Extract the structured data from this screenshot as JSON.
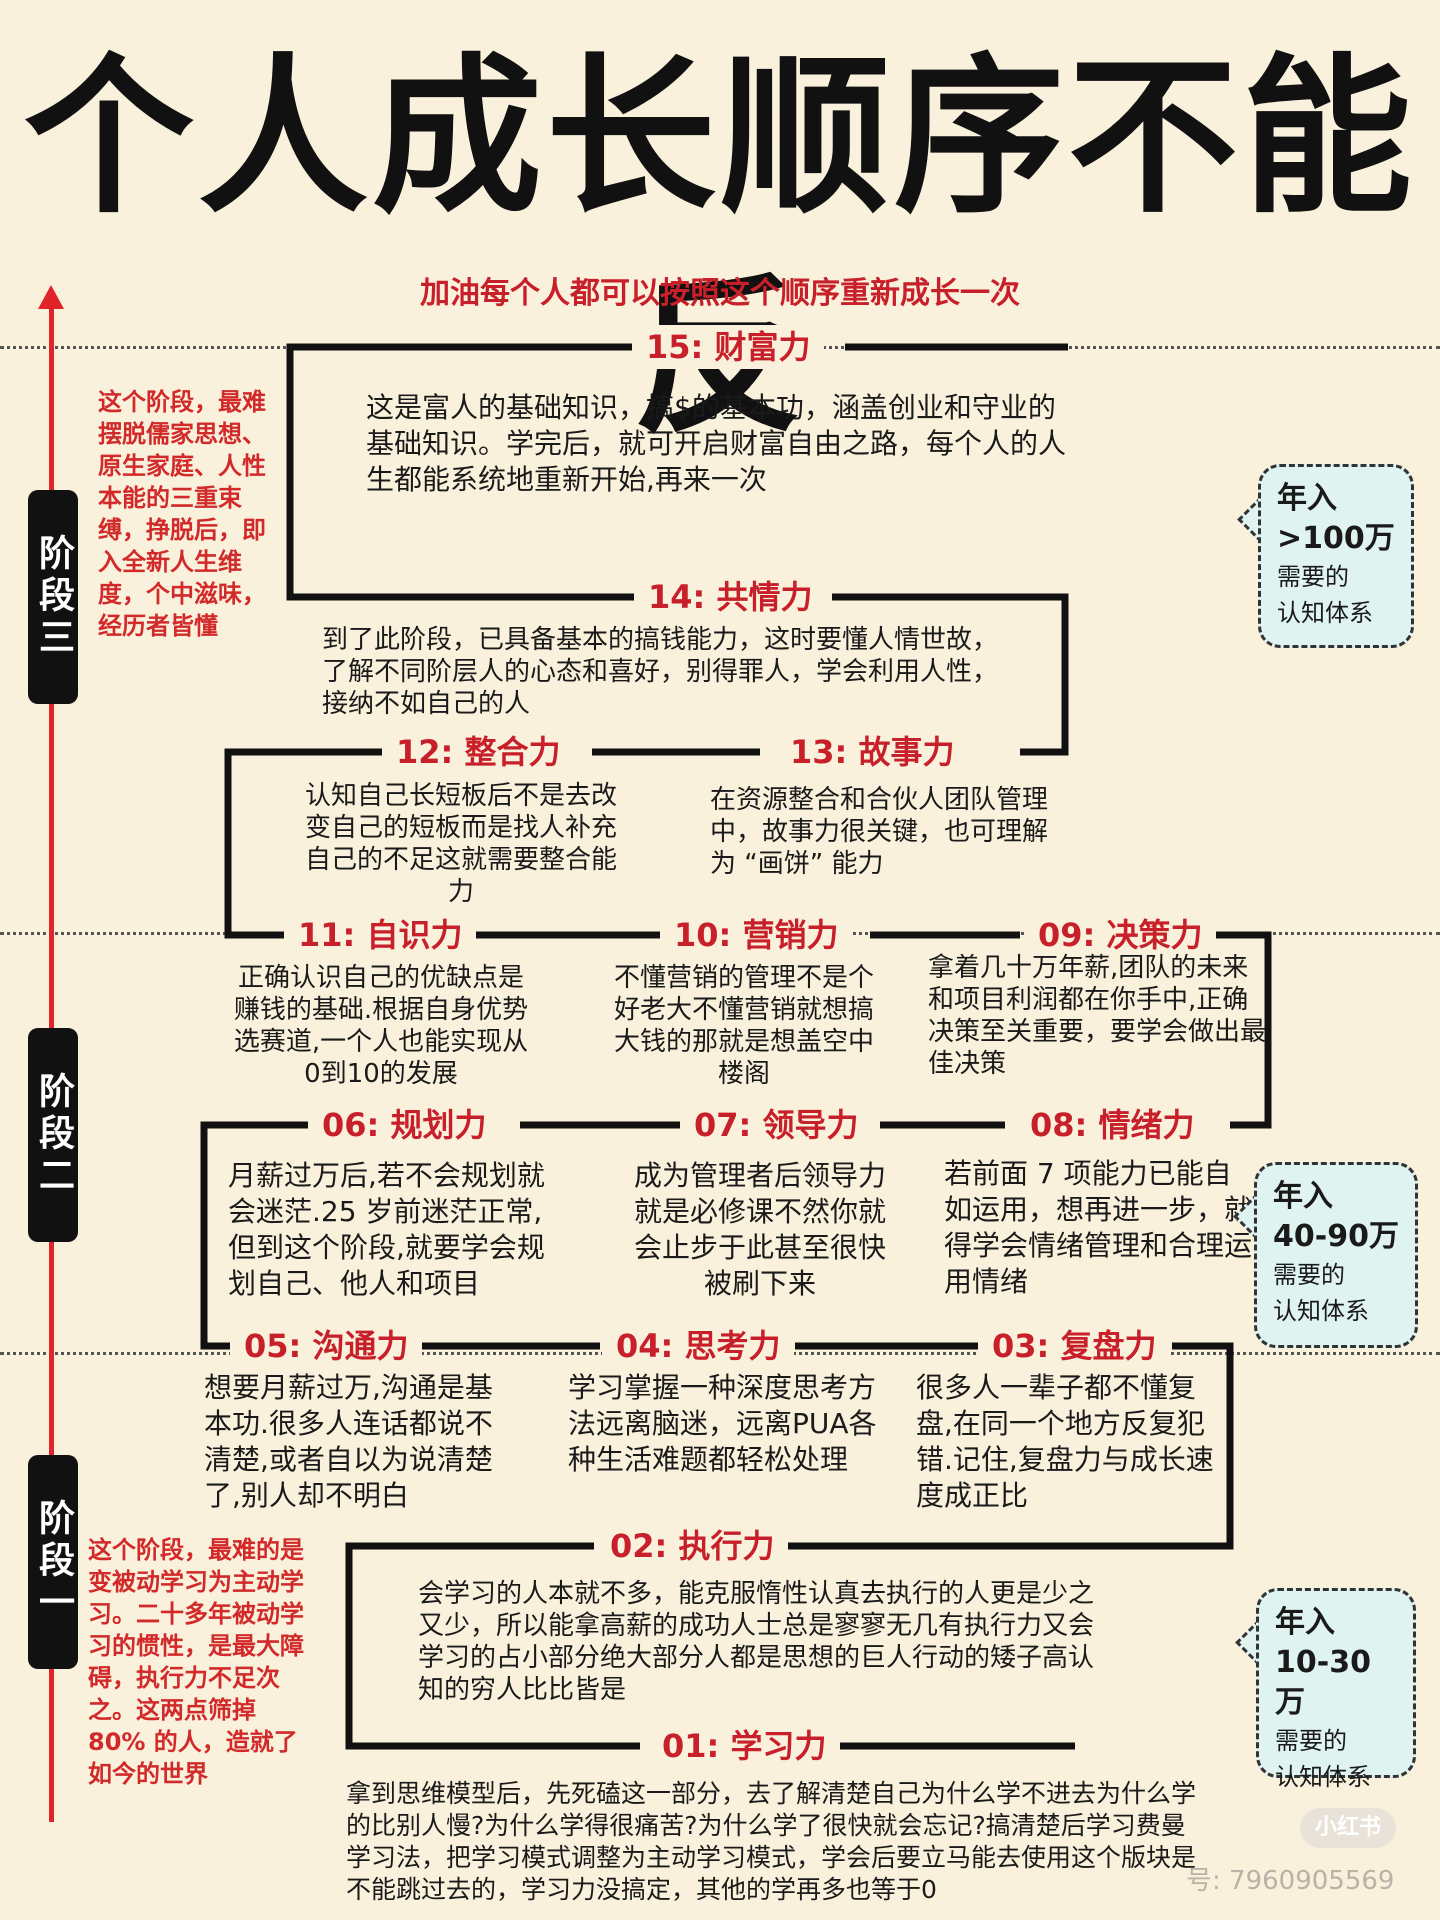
{
  "title": "个人成长顺序不能反",
  "subtitle": "加油每个人都可以按照这个顺序重新成长一次",
  "stages": {
    "three": {
      "label": "阶段三",
      "note": "这个阶段，最难摆脱儒家思想、原生家庭、人性本能的三重束缚，挣脱后，即入全新人生维度，个中滋味，经历者皆懂"
    },
    "two": {
      "label": "阶段二"
    },
    "one": {
      "label": "阶段一",
      "note": "这个阶段，最难的是变被动学习为主动学习。二十多年被动学习的惯性，是最大障碍，执行力不足次之。这两点筛掉 80% 的人，造就了如今的世界"
    }
  },
  "steps": {
    "s15": {
      "title": "15: 财富力",
      "text": "这是富人的基础知识，搞$的基本功，涵盖创业和守业的基础知识。学完后，就可开启财富自由之路，每个人的人生都能系统地重新开始,再来一次"
    },
    "s14": {
      "title": "14: 共情力",
      "text": "到了此阶段，已具备基本的搞钱能力，这时要懂人情世故，了解不同阶层人的心态和喜好，别得罪人，学会利用人性，接纳不如自己的人"
    },
    "s12": {
      "title": "12: 整合力",
      "text": "认知自己长短板后不是去改变自己的短板而是找人补充自己的不足这就需要整合能力"
    },
    "s13": {
      "title": "13: 故事力",
      "text": "在资源整合和合伙人团队管理中，故事力很关键，也可理解为 “画饼” 能力"
    },
    "s11": {
      "title": "11: 自识力",
      "text": "正确认识自己的优缺点是赚钱的基础.根据自身优势选赛道,一个人也能实现从0到10的发展"
    },
    "s10": {
      "title": "10: 营销力",
      "text": "不懂营销的管理不是个好老大不懂营销就想搞大钱的那就是想盖空中楼阁"
    },
    "s09": {
      "title": "09: 决策力",
      "text": "拿着几十万年薪,团队的未来和项目利润都在你手中,正确决策至关重要，要学会做出最佳决策"
    },
    "s06": {
      "title": "06: 规划力",
      "text": "月薪过万后,若不会规划就会迷茫.25 岁前迷茫正常,但到这个阶段,就要学会规划自己、他人和项目"
    },
    "s07": {
      "title": "07: 领导力",
      "text": "成为管理者后领导力就是必修课不然你就会止步于此甚至很快被刷下来"
    },
    "s08": {
      "title": "08: 情绪力",
      "text": "若前面 7 项能力已能自如运用，想再进一步，就得学会情绪管理和合理运用情绪"
    },
    "s05": {
      "title": "05: 沟通力",
      "text": "想要月薪过万,沟通是基本功.很多人连话都说不清楚,或者自以为说清楚了,别人却不明白"
    },
    "s04": {
      "title": "04: 思考力",
      "text": "学习掌握一种深度思考方法远离脑迷，远离PUA各种生活难题都轻松处理"
    },
    "s03": {
      "title": "03: 复盘力",
      "text": "很多人一辈子都不懂复盘,在同一个地方反复犯错.记住,复盘力与成长速度成正比"
    },
    "s02": {
      "title": "02: 执行力",
      "text": "会学习的人本就不多，能克服惰性认真去执行的人更是少之又少，所以能拿高薪的成功人士总是寥寥无几有执行力又会学习的占小部分绝大部分人都是思想的巨人行动的矮子高认知的穷人比比皆是"
    },
    "s01": {
      "title": "01: 学习力",
      "text": "拿到思维模型后，先死磕这一部分，去了解清楚自己为什么学不进去为什么学的比别人慢?为什么学得很痛苦?为什么学了很快就会忘记?搞清楚后学习费曼学习法，把学习模式调整为主动学习模式，学会后要立马能去使用这个版块是不能跳过去的，学习力没搞定，其他的学再多也等于0"
    }
  },
  "bubbles": {
    "top": {
      "line1": "年入",
      "line2": ">100万",
      "line3": "需要的",
      "line4": "认知体系"
    },
    "mid": {
      "line1": "年入",
      "line2": "40-90万",
      "line3": "需要的",
      "line4": "认知体系"
    },
    "low": {
      "line1": "年入",
      "line2": "10-30万",
      "line3": "需要的",
      "line4": "认知体系"
    }
  },
  "watermark": {
    "logo": "小红书",
    "id": "号: 7960905569"
  },
  "colors": {
    "accent": "#c8202a",
    "axis": "#e0242b",
    "background": "#faf1dc",
    "bubble": "#dff3f1"
  }
}
